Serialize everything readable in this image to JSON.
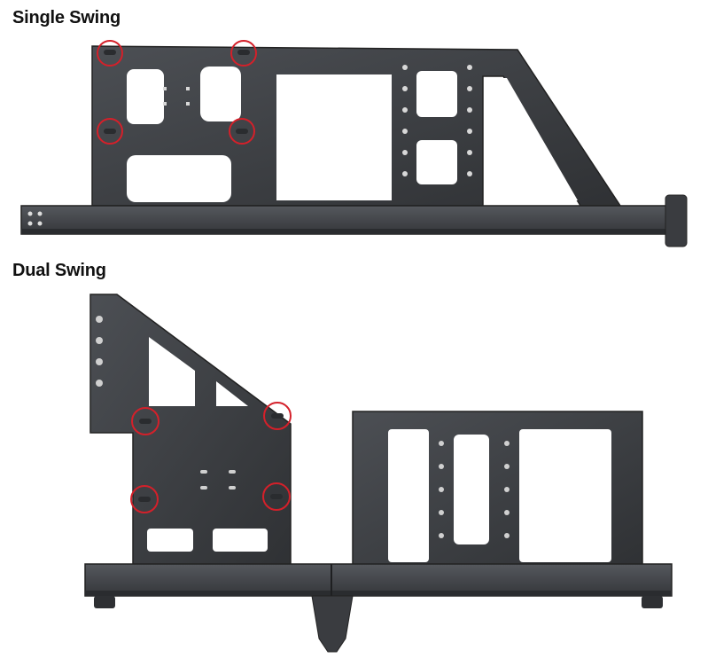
{
  "sections": [
    {
      "title": "Single Swing",
      "marker_count": 4
    },
    {
      "title": "Dual Swing",
      "marker_count": 4
    }
  ],
  "colors": {
    "frame": "#3f4145",
    "frame_dark": "#26282b",
    "frame_light": "#5a5d62",
    "marker": "#d4202a",
    "background": "#ffffff"
  }
}
